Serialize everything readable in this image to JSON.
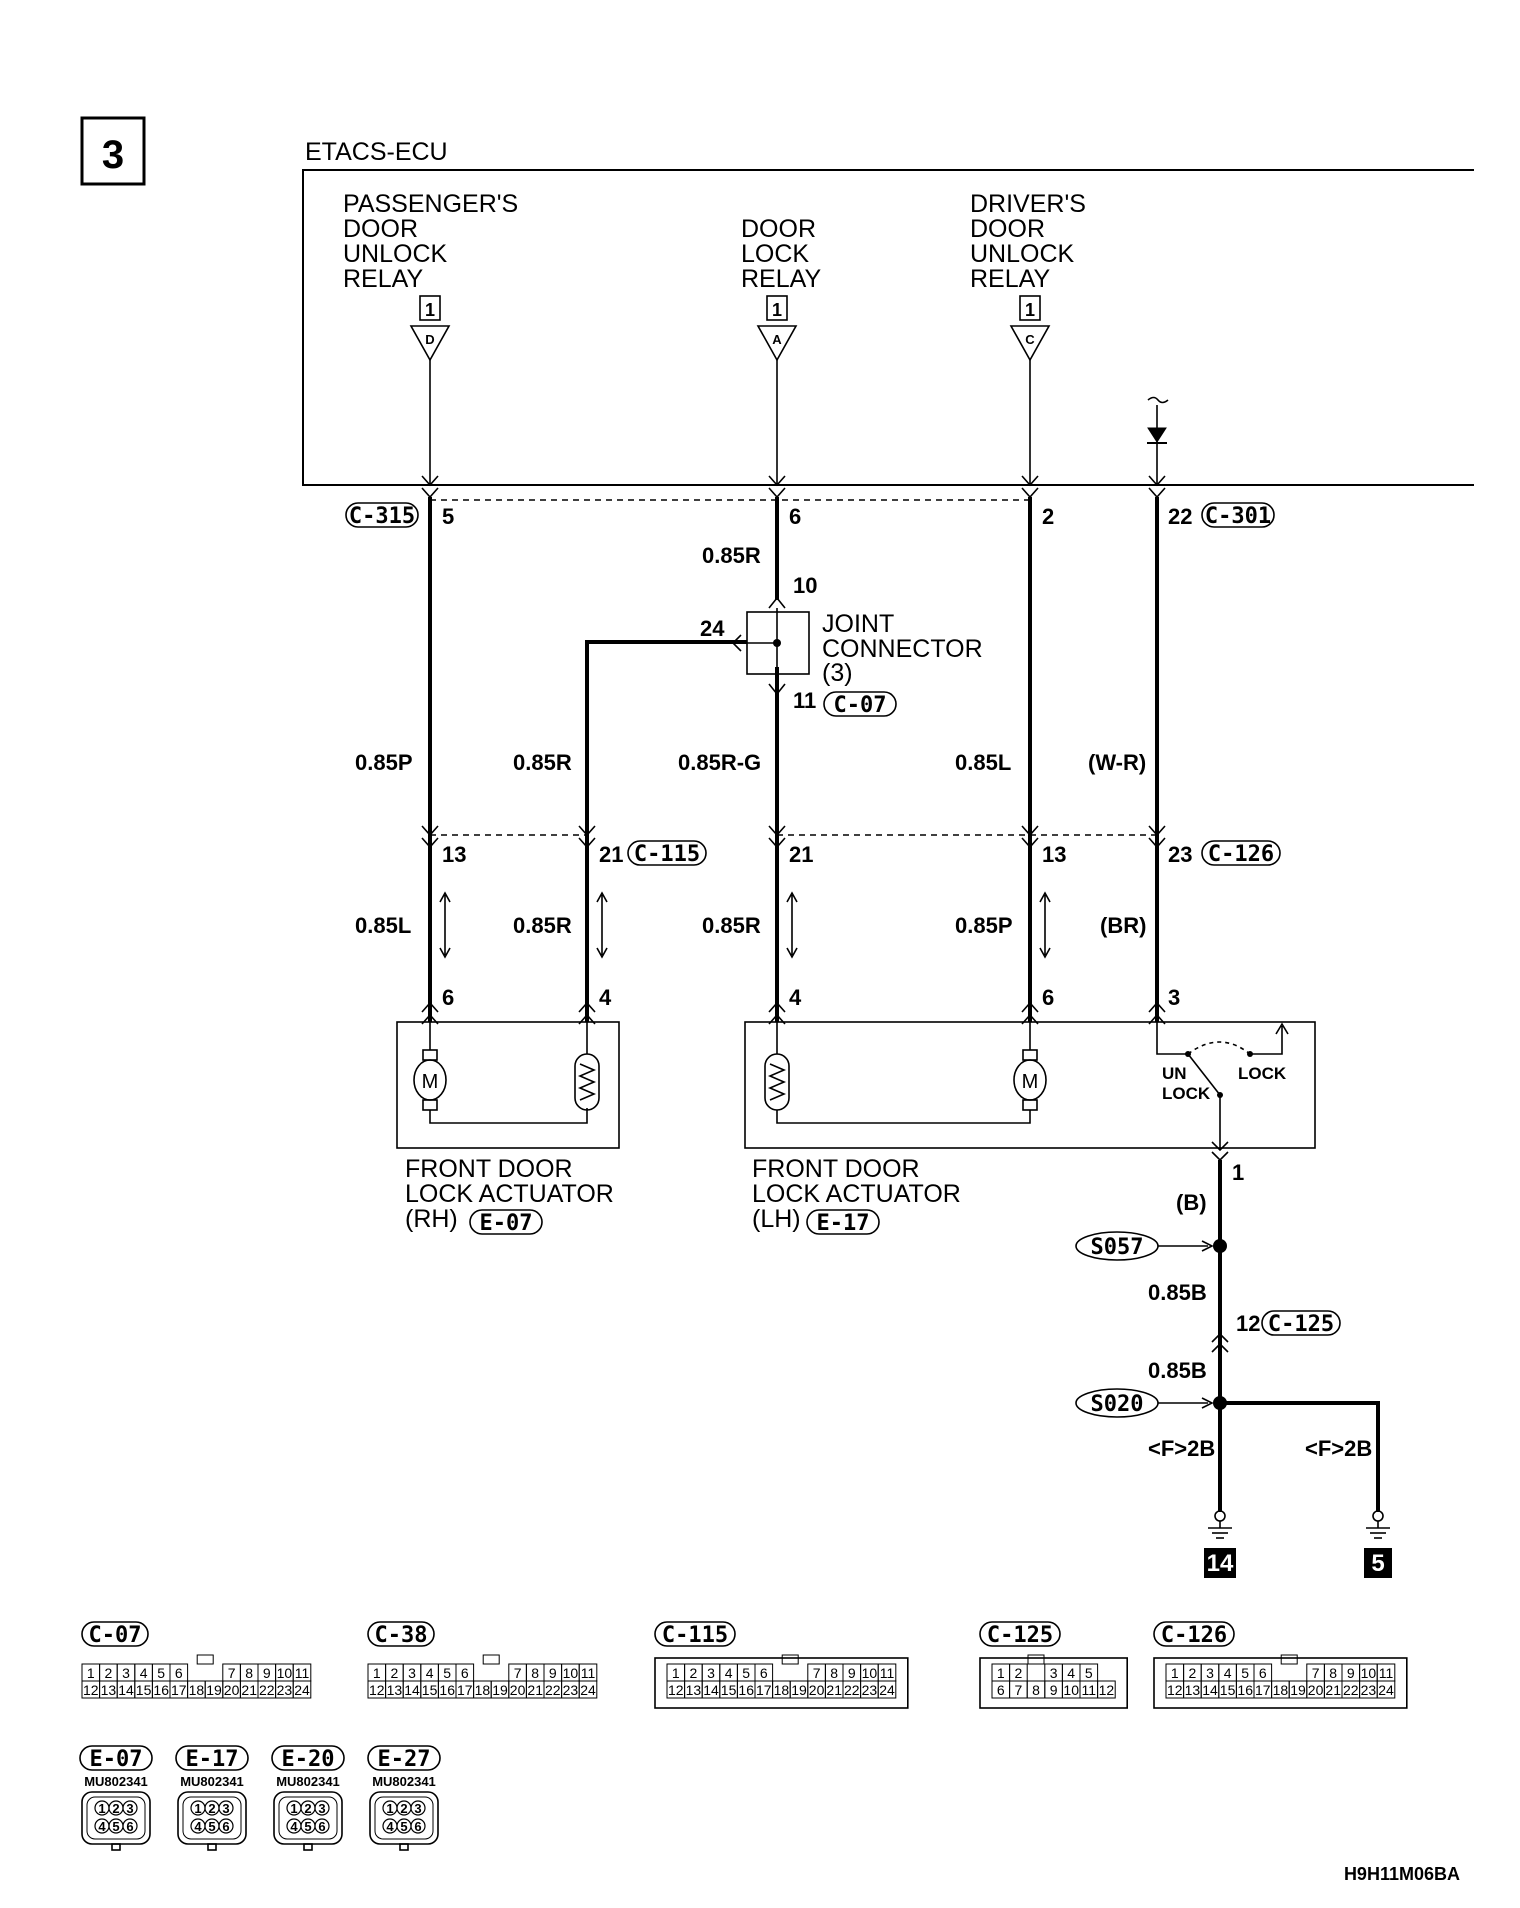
{
  "page": {
    "page_number": "3",
    "footer_code": "H9H11M06BA"
  },
  "ecu": {
    "title": "ETACS-ECU",
    "relays": [
      {
        "lines": [
          "PASSENGER'S",
          "DOOR",
          "UNLOCK",
          "RELAY"
        ],
        "ref": "1",
        "letter": "D"
      },
      {
        "lines": [
          "DOOR",
          "LOCK",
          "RELAY"
        ],
        "ref": "1",
        "letter": "A"
      },
      {
        "lines": [
          "DRIVER'S",
          "DOOR",
          "UNLOCK",
          "RELAY"
        ],
        "ref": "1",
        "letter": "C"
      }
    ]
  },
  "ecu_connectors": {
    "left": {
      "name": "C-315",
      "pins": [
        "5",
        "6",
        "2"
      ]
    },
    "right": {
      "name": "C-301",
      "pin": "22"
    }
  },
  "joint_connector": {
    "lines": [
      "JOINT",
      "CONNECTOR",
      "(3)"
    ],
    "name": "C-07",
    "pin_in": "10",
    "pin_branch": "24",
    "pin_out": "11",
    "wire_in": "0.85R"
  },
  "mid_wires": [
    "0.85P",
    "0.85R",
    "0.85R-G",
    "0.85L",
    "(W-R)"
  ],
  "mid_connectors": {
    "left": {
      "name": "C-115",
      "pins": [
        "13",
        "21"
      ]
    },
    "center_pins": [
      "21",
      "13"
    ],
    "right": {
      "name": "C-126",
      "pin": "23"
    }
  },
  "lower_wires": [
    "0.85L",
    "0.85R",
    "0.85R",
    "0.85P",
    "(BR)"
  ],
  "actuator_pins": [
    "6",
    "4",
    "4",
    "6",
    "3"
  ],
  "actuators": [
    {
      "lines": [
        "FRONT DOOR",
        "LOCK ACTUATOR",
        "(RH)"
      ],
      "connector": "E-07"
    },
    {
      "lines": [
        "FRONT DOOR",
        "LOCK ACTUATOR",
        "(LH)"
      ],
      "connector": "E-17"
    }
  ],
  "switch": {
    "unlock": [
      "UN",
      "LOCK"
    ],
    "lock": "LOCK"
  },
  "ground": {
    "pin": "1",
    "wire_top": "(B)",
    "splice1": "S057",
    "wire_mid": "0.85B",
    "connector": "C-125",
    "connector_pin": "12",
    "wire_low": "0.85B",
    "splice2": "S020",
    "label_left": "<F>2B",
    "label_right": "<F>2B",
    "ground_left": "14",
    "ground_right": "5"
  },
  "connector_views": [
    {
      "name": "C-07",
      "top": [
        "1",
        "2",
        "3",
        "4",
        "5",
        "6",
        "7",
        "8",
        "9",
        "10",
        "11"
      ],
      "bottom": [
        "12",
        "13",
        "14",
        "15",
        "16",
        "17",
        "18",
        "19",
        "20",
        "21",
        "22",
        "23",
        "24"
      ]
    },
    {
      "name": "C-38",
      "top": [
        "1",
        "2",
        "3",
        "4",
        "5",
        "6",
        "7",
        "8",
        "9",
        "10",
        "11"
      ],
      "bottom": [
        "12",
        "13",
        "14",
        "15",
        "16",
        "17",
        "18",
        "19",
        "20",
        "21",
        "22",
        "23",
        "24"
      ]
    },
    {
      "name": "C-115",
      "top": [
        "1",
        "2",
        "3",
        "4",
        "5",
        "6",
        "7",
        "8",
        "9",
        "10",
        "11"
      ],
      "bottom": [
        "12",
        "13",
        "14",
        "15",
        "16",
        "17",
        "18",
        "19",
        "20",
        "21",
        "22",
        "23",
        "24"
      ]
    },
    {
      "name": "C-125",
      "top": [
        "1",
        "2",
        "3",
        "4",
        "5"
      ],
      "bottom": [
        "6",
        "7",
        "8",
        "9",
        "10",
        "11",
        "12"
      ]
    },
    {
      "name": "C-126",
      "top": [
        "1",
        "2",
        "3",
        "4",
        "5",
        "6",
        "7",
        "8",
        "9",
        "10",
        "11"
      ],
      "bottom": [
        "12",
        "13",
        "14",
        "15",
        "16",
        "17",
        "18",
        "19",
        "20",
        "21",
        "22",
        "23",
        "24"
      ]
    }
  ],
  "small_connectors": [
    {
      "name": "E-07",
      "part": "MU802341",
      "pins": [
        "1",
        "2",
        "3",
        "4",
        "5",
        "6"
      ]
    },
    {
      "name": "E-17",
      "part": "MU802341",
      "pins": [
        "1",
        "2",
        "3",
        "4",
        "5",
        "6"
      ]
    },
    {
      "name": "E-20",
      "part": "MU802341",
      "pins": [
        "1",
        "2",
        "3",
        "4",
        "5",
        "6"
      ]
    },
    {
      "name": "E-27",
      "part": "MU802341",
      "pins": [
        "1",
        "2",
        "3",
        "4",
        "5",
        "6"
      ]
    }
  ]
}
